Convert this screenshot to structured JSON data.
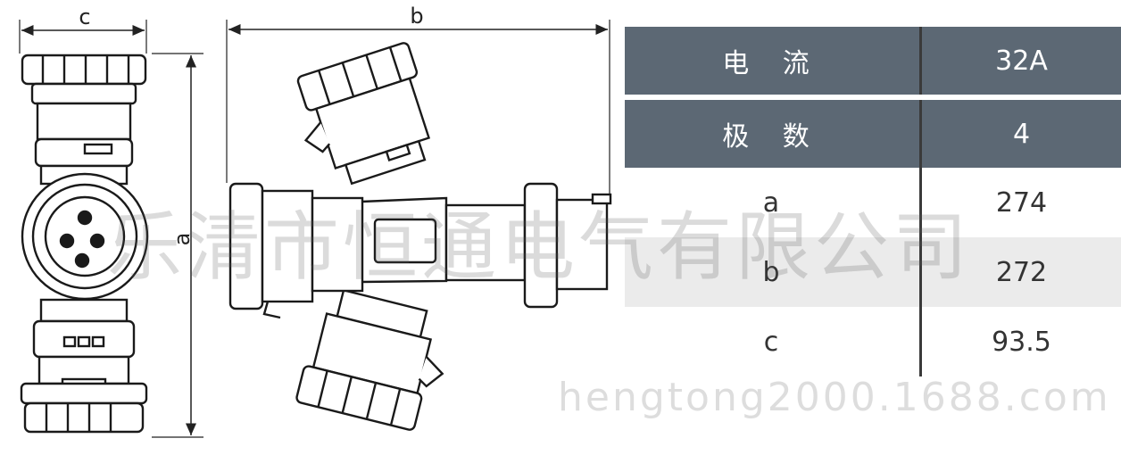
{
  "dimensions": {
    "c_label": "c",
    "b_label": "b",
    "a_label": "a"
  },
  "spec_table": {
    "rows": [
      {
        "key": "电 流",
        "value": "32A",
        "style": "dark"
      },
      {
        "key": "极 数",
        "value": "4",
        "style": "dark"
      },
      {
        "key": "a",
        "value": "274",
        "style": "light"
      },
      {
        "key": "b",
        "value": "272",
        "style": "light-alt"
      },
      {
        "key": "c",
        "value": "93.5",
        "style": "light"
      }
    ]
  },
  "watermark": {
    "company": "乐清市恒通电气有限公司",
    "url": "hengtong2000.1688.com"
  },
  "colors": {
    "header_bg": "#5c6874",
    "stripe_bg": "#ebebeb",
    "line": "#222222"
  }
}
